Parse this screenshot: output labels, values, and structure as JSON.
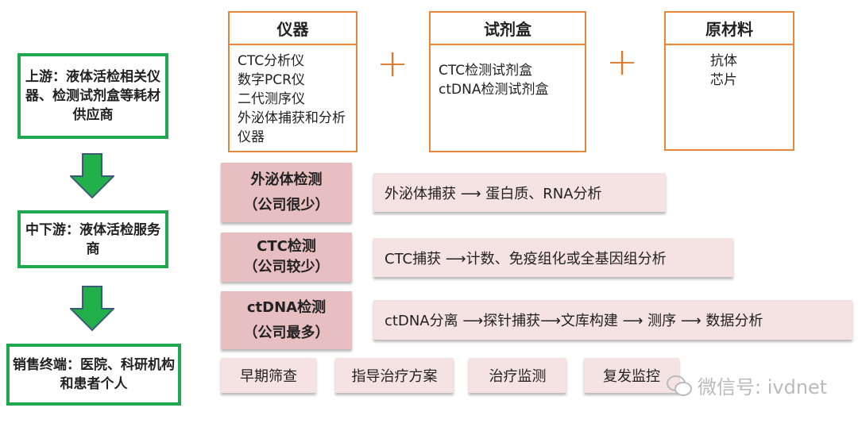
{
  "chain": [
    {
      "label": "上游：液体活检相关仪器、检测试剂盒等耗材供应商"
    },
    {
      "label": "中下游：液体活检服务商"
    },
    {
      "label": "销售终端：医院、科研机构和患者个人"
    }
  ],
  "supplies": [
    {
      "title": "仪器",
      "body": "CTC分析仪\n数字PCR仪\n二代测序仪\n外泌体捕获和分析仪器"
    },
    {
      "title": "试剂盒",
      "body": "CTC检测试剂盒\nctDNA检测试剂盒"
    },
    {
      "title": "原材料",
      "body": "抗体\n芯片"
    }
  ],
  "plus": "+",
  "tests": [
    {
      "name": "外泌体检测",
      "note": "（公司很少）",
      "flow": "外泌体捕获 ⟶ 蛋白质、RNA分析"
    },
    {
      "name": "CTC检测",
      "note": "（公司较少）",
      "flow": "CTC捕获 ⟶计数、免疫组化或全基因组分析"
    },
    {
      "name": "ctDNA检测",
      "note": "（公司最多）",
      "flow": "ctDNA分离 ⟶探针捕获⟶文库构建 ⟶ 测序 ⟶ 数据分析"
    }
  ],
  "applications": [
    "早期筛查",
    "指导治疗方案",
    "治疗监测",
    "复发监控"
  ],
  "watermark": "微信号: ivdnet",
  "colors": {
    "green": "#1fa84f",
    "orange": "#e8873a",
    "pink": "#e8bfc0",
    "light_pink": "#f5e2e2",
    "arrow": "#22b04a"
  }
}
